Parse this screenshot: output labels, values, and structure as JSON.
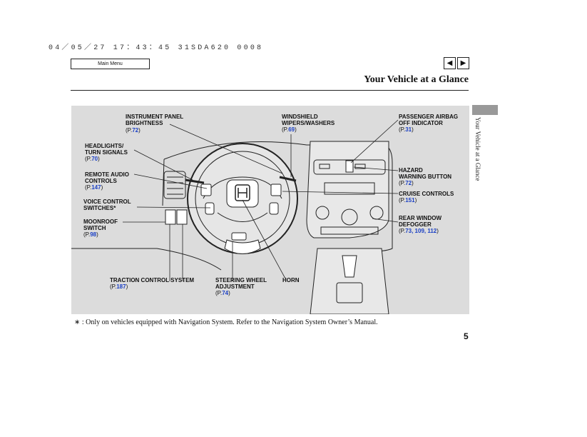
{
  "header": {
    "stamp": "04／05／27 17：43：45 31SDA620 0008",
    "main_menu": "Main Menu",
    "prev": "◀",
    "next": "▶",
    "title": "Your Vehicle at a Glance",
    "side_label": "Your Vehicle at a Glance"
  },
  "callouts": {
    "instrument_panel": {
      "l1": "INSTRUMENT PANEL",
      "l2": "BRIGHTNESS",
      "ref": "P.",
      "pages": "72"
    },
    "headlights": {
      "l1": "HEADLIGHTS/",
      "l2": "TURN SIGNALS",
      "ref": "P.",
      "pages": "70"
    },
    "remote_audio": {
      "l1": "REMOTE AUDIO",
      "l2": "CONTROLS",
      "ref": "P.",
      "pages": "147"
    },
    "voice_control": {
      "l1": "VOICE CONTROL",
      "l2": "SWITCHES*"
    },
    "moonroof": {
      "l1": "MOONROOF",
      "l2": "SWITCH",
      "ref": "P.",
      "pages": "98"
    },
    "traction": {
      "l1": "TRACTION CONTROL SYSTEM",
      "ref": "P.",
      "pages": "187"
    },
    "steering_adj": {
      "l1": "STEERING WHEEL",
      "l2": "ADJUSTMENT",
      "ref": "P.",
      "pages": "74"
    },
    "horn": {
      "l1": "HORN"
    },
    "wipers": {
      "l1": "WINDSHIELD",
      "l2": "WIPERS/WASHERS",
      "ref": "P.",
      "pages": "69"
    },
    "airbag": {
      "l1": "PASSENGER AIRBAG",
      "l2": "OFF INDICATOR",
      "ref": "P.",
      "pages": "31"
    },
    "hazard": {
      "l1": "HAZARD",
      "l2": "WARNING BUTTON",
      "ref": "P.",
      "pages": "72"
    },
    "cruise": {
      "l1": "CRUISE CONTROLS",
      "ref": "P.",
      "pages": "151"
    },
    "rear_defogger": {
      "l1": "REAR WINDOW",
      "l2": "DEFOGGER",
      "ref": "P.",
      "pages": "73, 109, 112"
    }
  },
  "footnote": "∗ : Only on vehicles equipped with Navigation System. Refer to the Navigation System Owner’s Manual.",
  "page_number": "5",
  "colors": {
    "page_link": "#1a3fc4",
    "figure_bg": "#dcdcdc",
    "tab": "#999999"
  }
}
